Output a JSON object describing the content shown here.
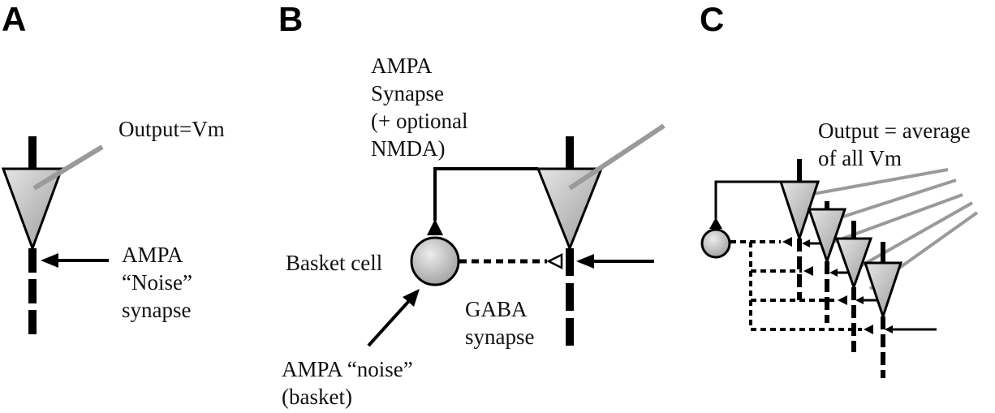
{
  "panels": {
    "a": "A",
    "b": "B",
    "c": "C"
  },
  "panel_a": {
    "output_label": "Output=Vm",
    "synapse_label": [
      "AMPA",
      "“Noise”",
      "synapse"
    ]
  },
  "panel_b": {
    "ampa_label": [
      "AMPA",
      "Synapse",
      "(+ optional",
      "NMDA)"
    ],
    "basket_label": "Basket cell",
    "gaba_label": [
      "GABA",
      "synapse"
    ],
    "noise_label": [
      "AMPA “noise”",
      "(basket)"
    ]
  },
  "panel_c": {
    "output_label": [
      "Output = average",
      "of all Vm"
    ]
  },
  "colors": {
    "stroke": "#000000",
    "electrode": "#9a9a9a",
    "cell_fill_light": "#e4e4e4",
    "cell_fill_dark": "#9c9c9c"
  }
}
